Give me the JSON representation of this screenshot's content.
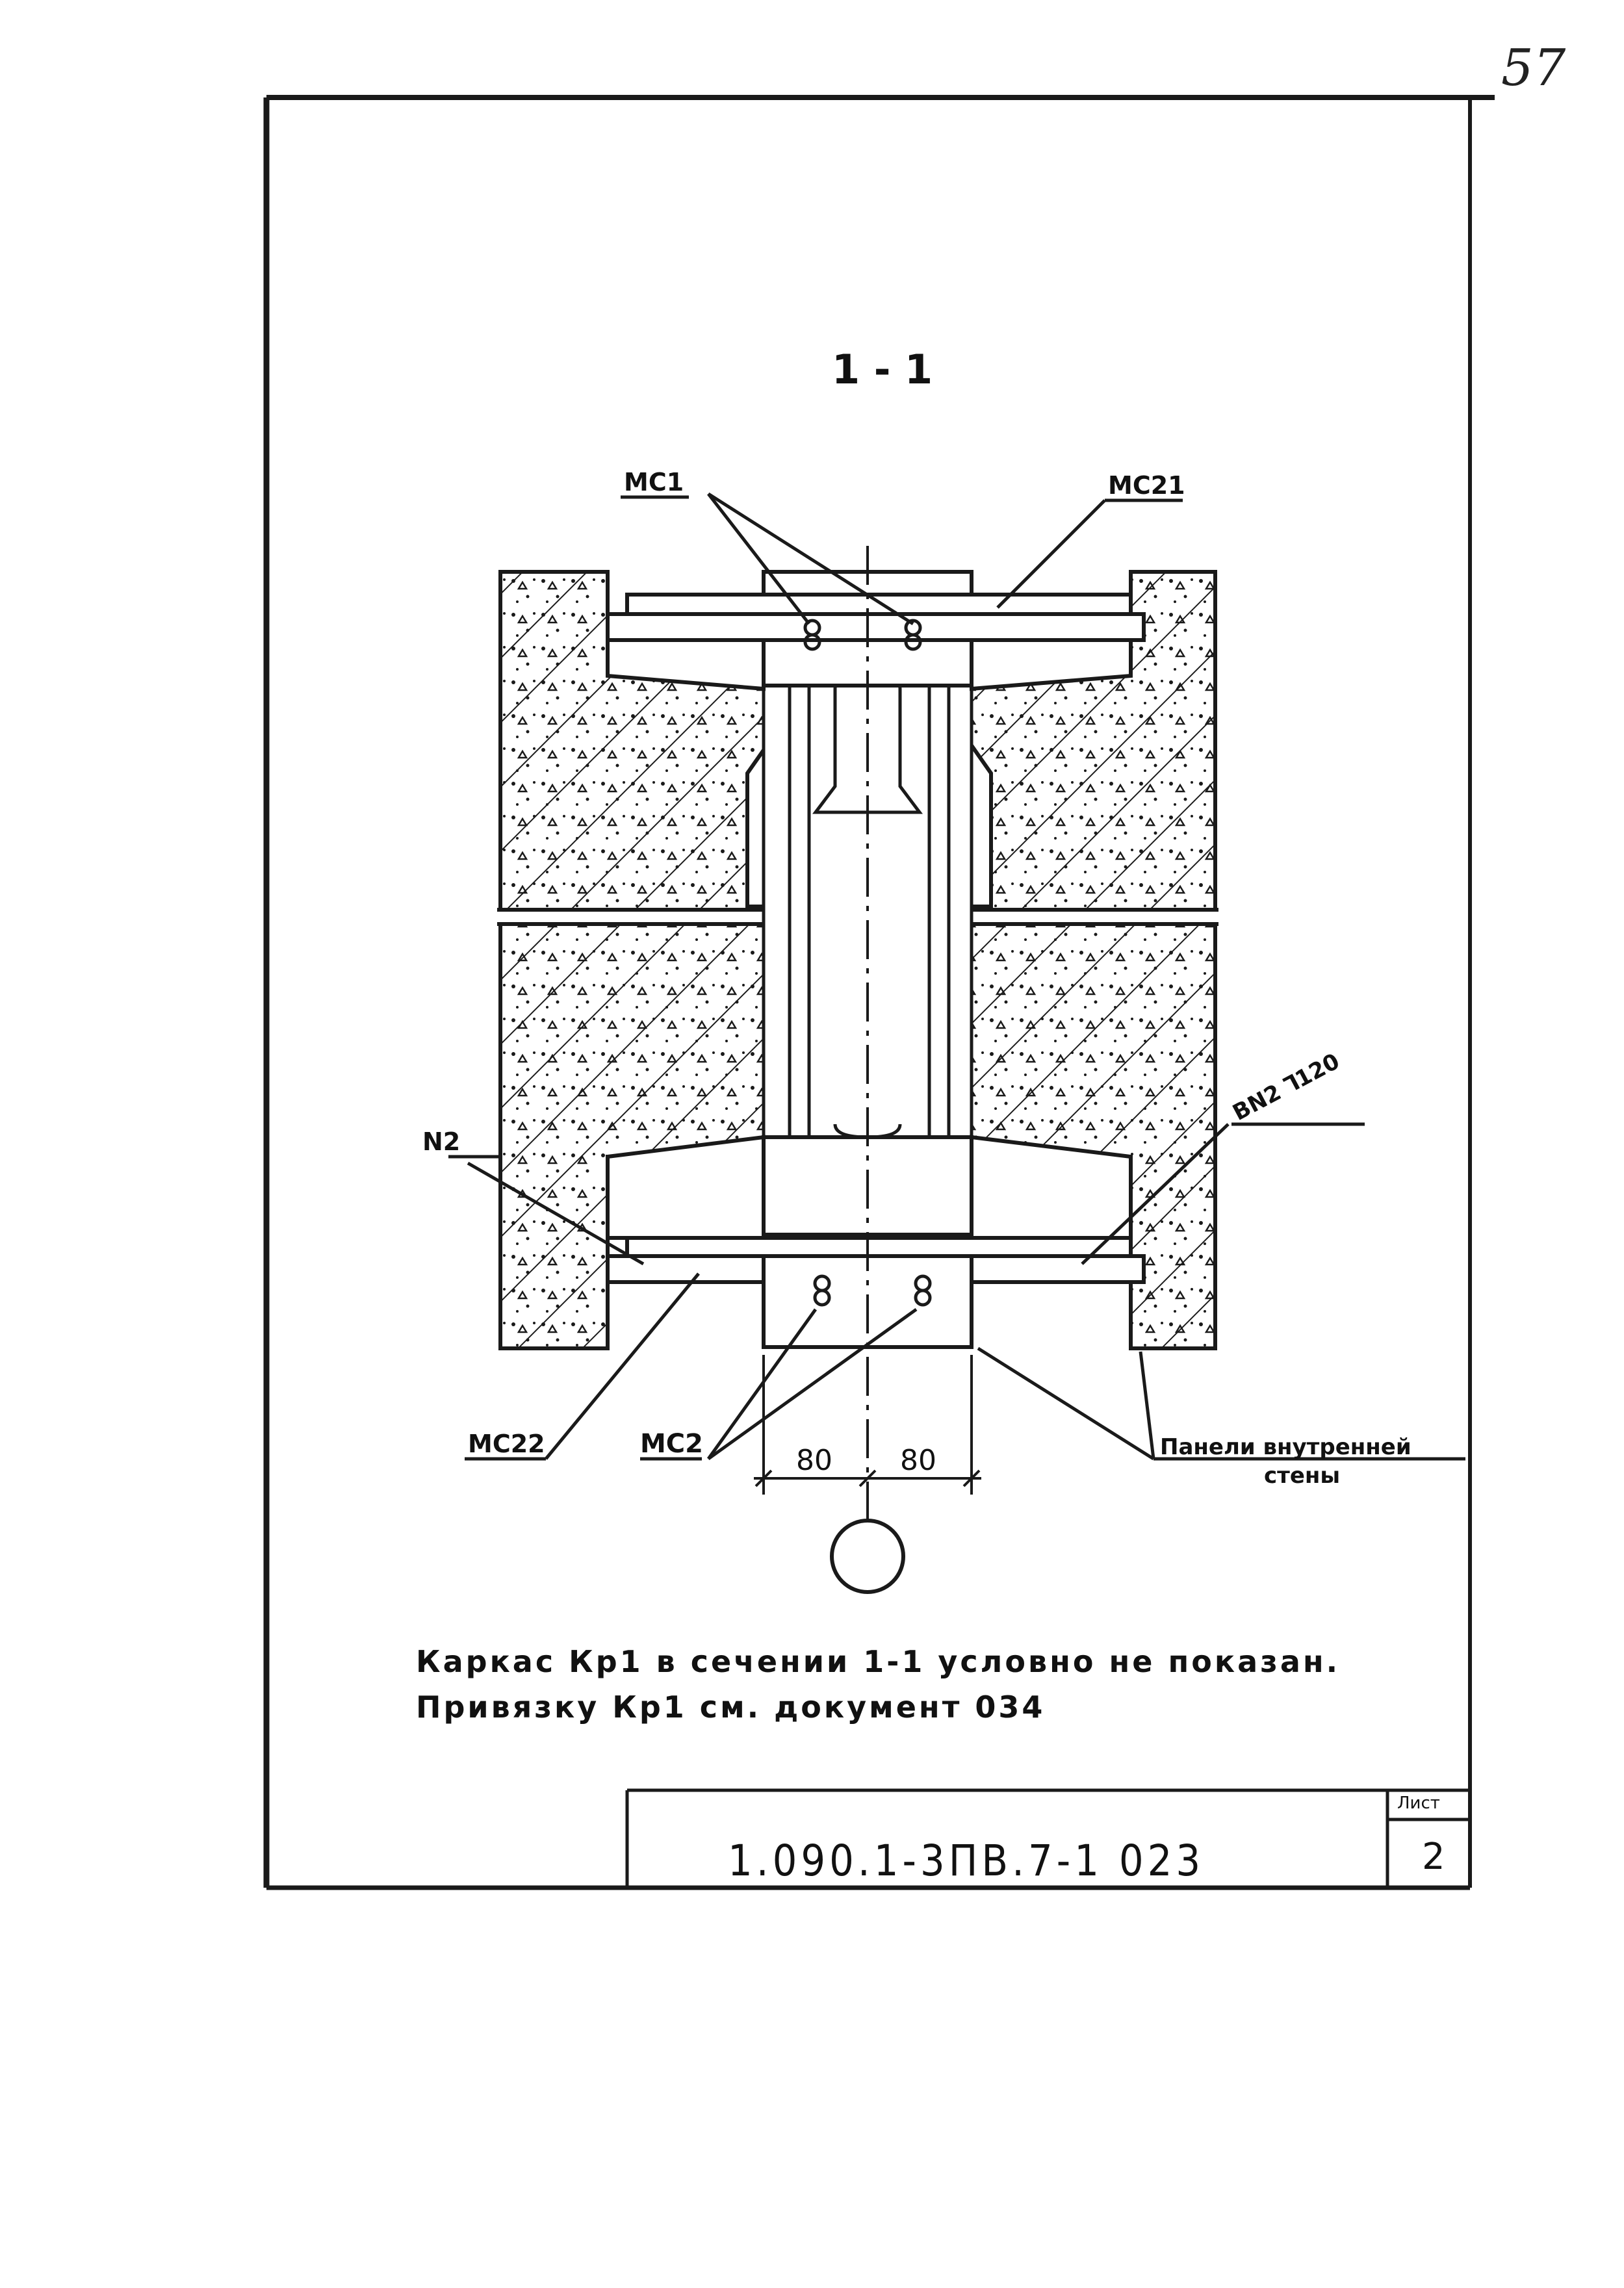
{
  "page": {
    "handwritten_number": "57"
  },
  "drawing": {
    "section_title": "1 - 1",
    "labels": {
      "mc1": "МС1",
      "mc21": "МС21",
      "n2": "N2",
      "weld": "ВN2 ⅂120",
      "mc22": "МС22",
      "mc2": "МС2",
      "dim_left": "80",
      "dim_right": "80",
      "panels_line1": "Панели внутренней",
      "panels_line2": "стены"
    }
  },
  "notes": {
    "line1": "Каркас Кр1 в сечении 1-1 условно не показан.",
    "line2": "Привязку Кр1 см. документ 034"
  },
  "title_block": {
    "code": "1.090.1-3ПВ.7-1   023",
    "sheet_label": "Лист",
    "sheet_number": "2"
  },
  "colors": {
    "ink": "#1a1a1a",
    "paper": "#ffffff"
  }
}
